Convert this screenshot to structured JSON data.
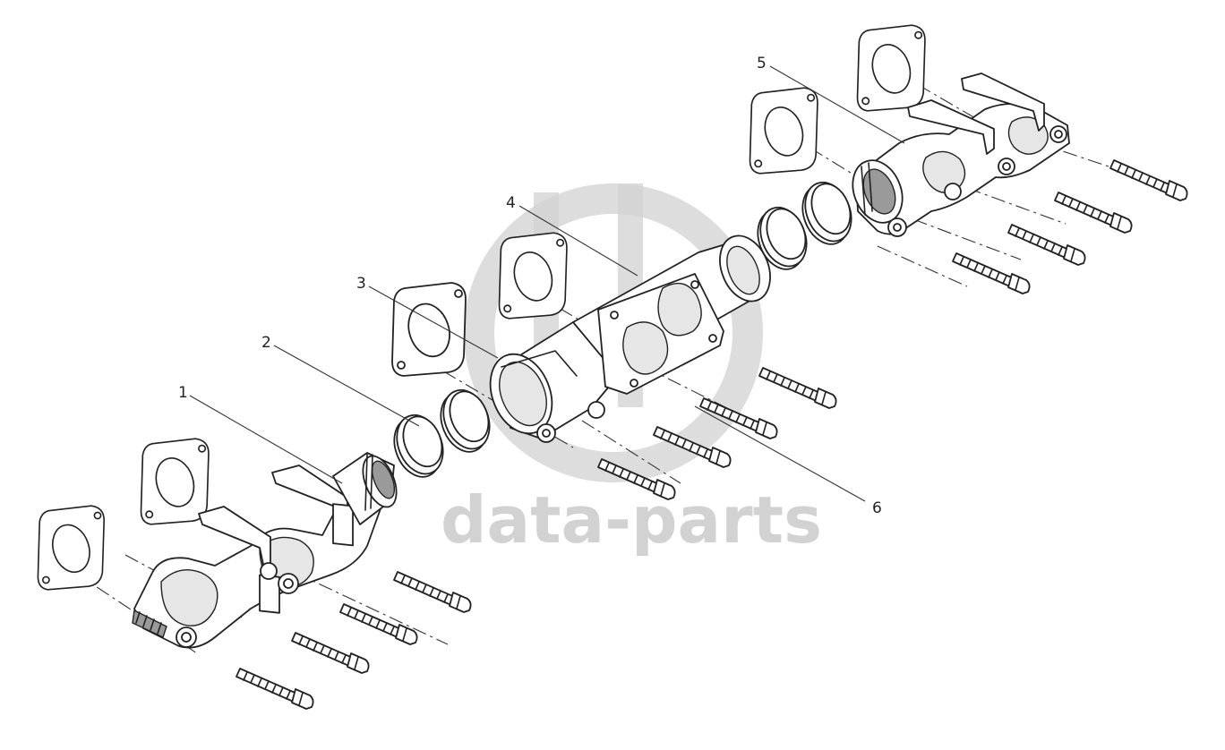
{
  "watermark": {
    "text": "data-parts",
    "color": "#d2d2d2"
  },
  "callouts": [
    {
      "id": "1",
      "label": "1"
    },
    {
      "id": "2",
      "label": "2"
    },
    {
      "id": "3",
      "label": "3"
    },
    {
      "id": "4",
      "label": "4"
    },
    {
      "id": "5",
      "label": "5"
    },
    {
      "id": "6",
      "label": "6"
    }
  ],
  "colors": {
    "line": "#222222",
    "background": "#ffffff"
  }
}
